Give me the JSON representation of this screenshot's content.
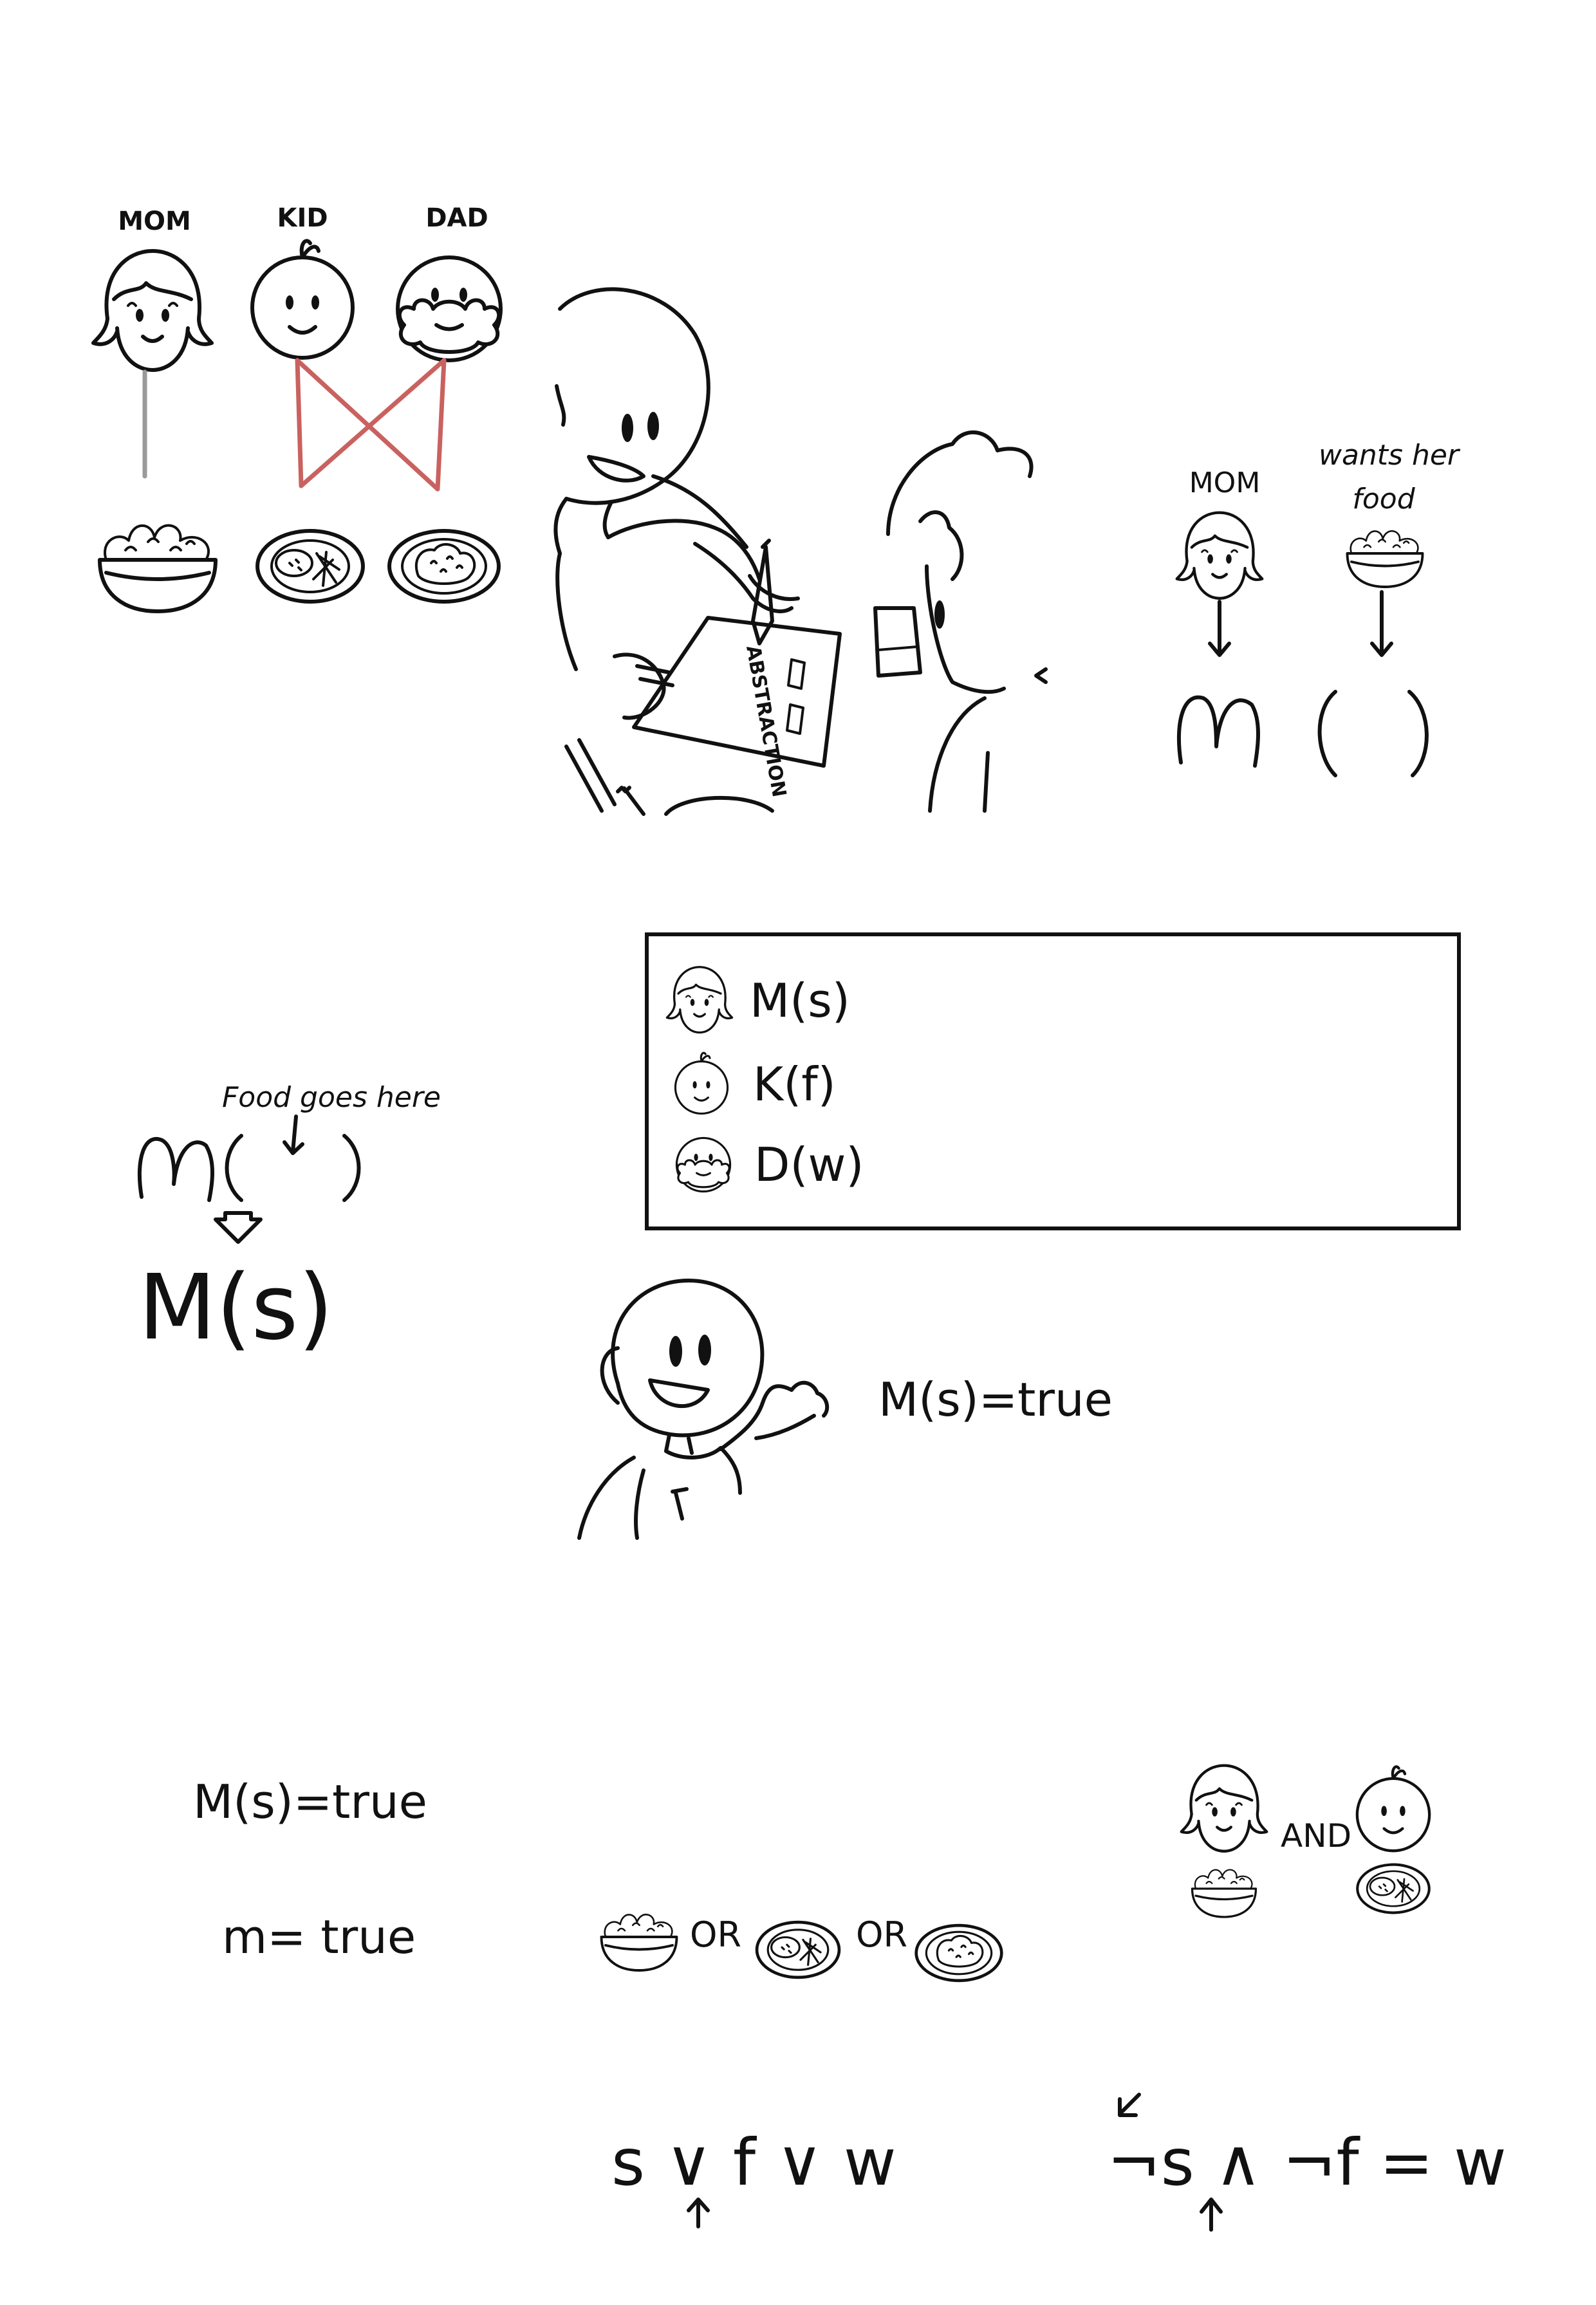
{
  "labels": {
    "mom_top": "MOM",
    "kid_top": "KID",
    "dad_top": "DAD",
    "mom_right": "MOM",
    "wants_her": "wants her",
    "food": "food",
    "paper_text": "ABSTRACTION",
    "m_placeholder": "M (   )",
    "food_goes_here": "Food goes here",
    "m_of_blank": "M (   )",
    "m_of_s_large": "M(s)",
    "box_row_mom": "M(s)",
    "box_row_kid": "K(f)",
    "box_row_dad": "D(w)",
    "ms_true_mid": "M(s)=true",
    "ms_true_bottom": "M(s)=true",
    "m_true": "m= true",
    "or_1": "OR",
    "or_2": "OR",
    "and": "AND",
    "formula_left": "s ∨ f ∨ w",
    "formula_right": "¬s ∧ ¬f = w"
  },
  "icons": {
    "mom_face": "mom-face-icon",
    "kid_face": "kid-face-icon",
    "dad_face": "dad-face-icon",
    "salad_bowl": "salad-bowl-icon",
    "fries_plate": "fries-plate-icon",
    "waffle_plate": "waffle-plate-icon"
  },
  "colors": {
    "ink": "#111111",
    "cross_lines": "#c9625f",
    "mom_line": "#9a9a9a",
    "background": "#ffffff"
  }
}
